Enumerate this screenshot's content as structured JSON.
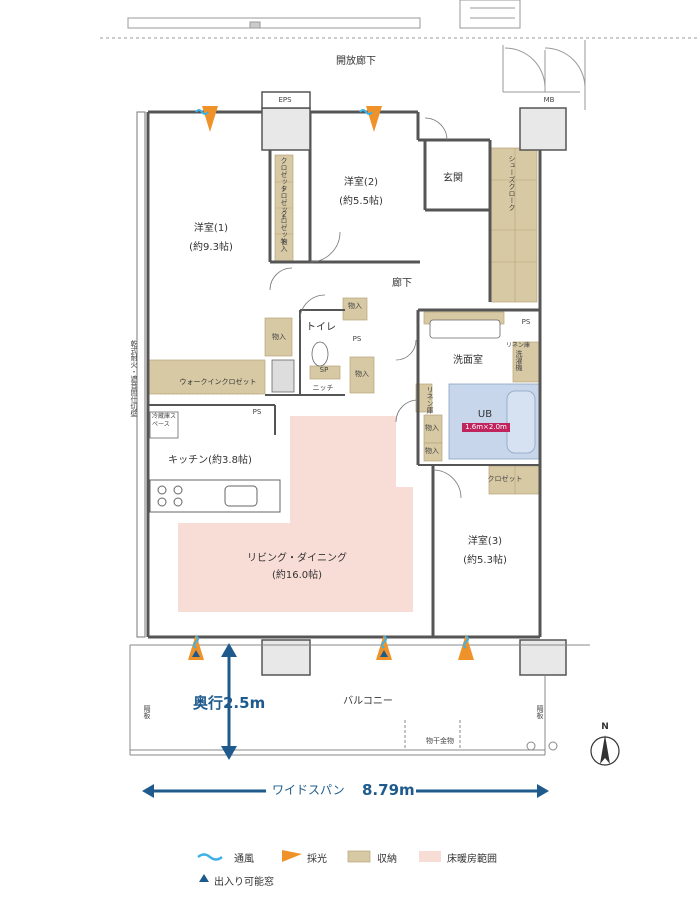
{
  "labels": {
    "corridor_open": "開放廊下",
    "eps": "EPS",
    "mb": "MB",
    "room1": "洋室(1)",
    "room1_size": "(約9.3帖)",
    "room2": "洋室(2)",
    "room2_size": "(約5.5帖)",
    "room3": "洋室(3)",
    "room3_size": "(約5.3帖)",
    "genkan": "玄関",
    "shoes_cloak": "シューズクローク",
    "closet_a": "クロゼット",
    "closet_b": "クロゼット",
    "closet_c": "クロゼット",
    "storage": "物入",
    "hallway": "廊下",
    "toilet": "トイレ",
    "ps": "PS",
    "sp": "SP",
    "niche": "ニッチ",
    "walkin": "ウォークインクロゼット",
    "fridge": "冷蔵庫スペース",
    "kitchen": "キッチン(約3.8帖)",
    "washroom": "洗面室",
    "linen": "リネン庫",
    "linen2": "リネン庫",
    "washer": "洗濯機",
    "ub": "UB",
    "ub_size": "1.6m×2.0m",
    "living": "リビング・ダイニング",
    "living_size": "(約16.0帖)",
    "balcony": "バルコニー",
    "partition": "隔板",
    "partition2": "隔板",
    "firewall": "乾式耐火・遮音間仕切壁",
    "drying": "物干金物",
    "depth": "奥行2.5m",
    "span": "ワイドスパン",
    "span_value": "8.79m",
    "north": "N"
  },
  "legend": {
    "wind": "通風",
    "light": "採光",
    "storage": "収納",
    "floor_heating": "床暖房範囲",
    "entry_window": "出入り可能窓"
  },
  "colors": {
    "storage": "#d7c9a4",
    "floor_heating": "#f8ddd6",
    "bath": "#c7d6ea",
    "wind": "#3fb2e5",
    "light": "#f0922a",
    "accent": "#1e5b8c",
    "ub_label": "#c0245c"
  }
}
